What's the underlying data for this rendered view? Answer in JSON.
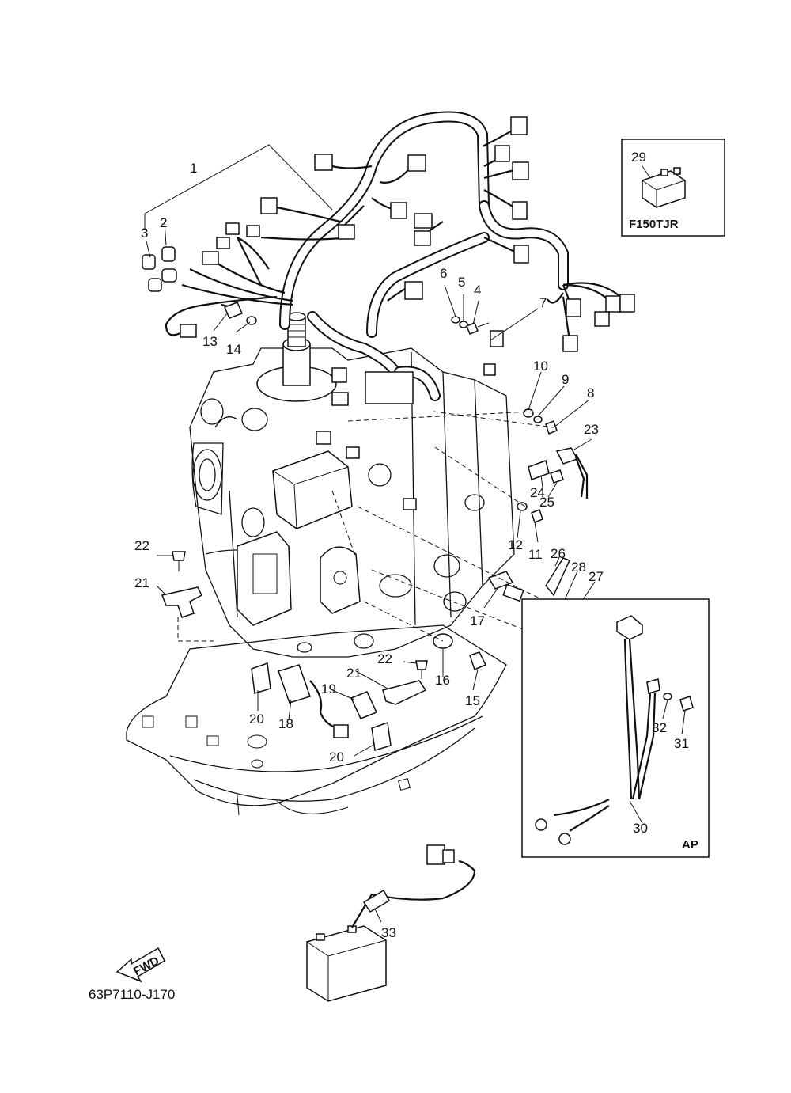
{
  "diagram": {
    "drawing_code": "63P7110-J170",
    "fwd_arrow_label": "FWD",
    "inset_model": {
      "part_number": "29",
      "model_label": "F150TJR"
    },
    "inset_ap": {
      "label": "AP"
    },
    "callouts": {
      "c1": "1",
      "c2": "2",
      "c3": "3",
      "c4": "4",
      "c5": "5",
      "c6": "6",
      "c7": "7",
      "c8": "8",
      "c9": "9",
      "c10": "10",
      "c11": "11",
      "c12": "12",
      "c13": "13",
      "c14": "14",
      "c15": "15",
      "c16": "16",
      "c17": "17",
      "c18": "18",
      "c19": "19",
      "c20a": "20",
      "c20b": "20",
      "c21a": "21",
      "c21b": "21",
      "c22a": "22",
      "c22b": "22",
      "c23": "23",
      "c24": "24",
      "c25": "25",
      "c26": "26",
      "c27": "27",
      "c28": "28",
      "c30": "30",
      "c31": "31",
      "c32": "32",
      "c33": "33"
    }
  }
}
